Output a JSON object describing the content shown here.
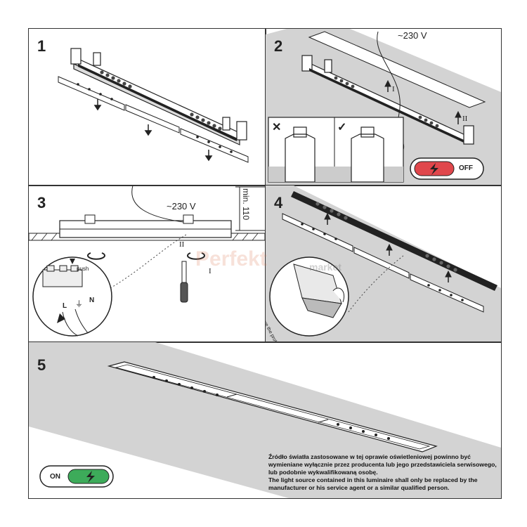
{
  "steps": {
    "s1": "1",
    "s2": "2",
    "s3": "3",
    "s4": "4",
    "s5": "5"
  },
  "step2": {
    "voltage": "~230 V",
    "mark_I": "I",
    "mark_II": "II",
    "wrong_icon": "✕",
    "right_icon": "✓",
    "switch_label": "OFF"
  },
  "step3": {
    "voltage": "~230 V",
    "clearance": "min. 110",
    "mark_II": "II",
    "mark_I": "I",
    "push_label": "push",
    "L_label": "L",
    "N_label": "N",
    "earth_symbol": "⏚"
  },
  "step4": {
    "remove_foil_text": "remove the protective foil front side and back side"
  },
  "step5": {
    "switch_label": "ON"
  },
  "watermark": {
    "brand": "Perfekt",
    "suffix": "market"
  },
  "note": {
    "polish": "Źródło światła zastosowane w tej oprawie oświetleniowej powinno być wymieniane wyłącznie przez producenta lub jego przedstawiciela serwisowego, lub podobnie wykwalifikowaną osobę.",
    "english": "The light source contained in this luminaire shall only be replaced by the manufacturer or his service agent or a similar qualified person."
  },
  "colors": {
    "ceiling_grey": "#d3d3d3",
    "switch_red": "#e0474c",
    "switch_green": "#3dab5a",
    "line": "#222222"
  }
}
